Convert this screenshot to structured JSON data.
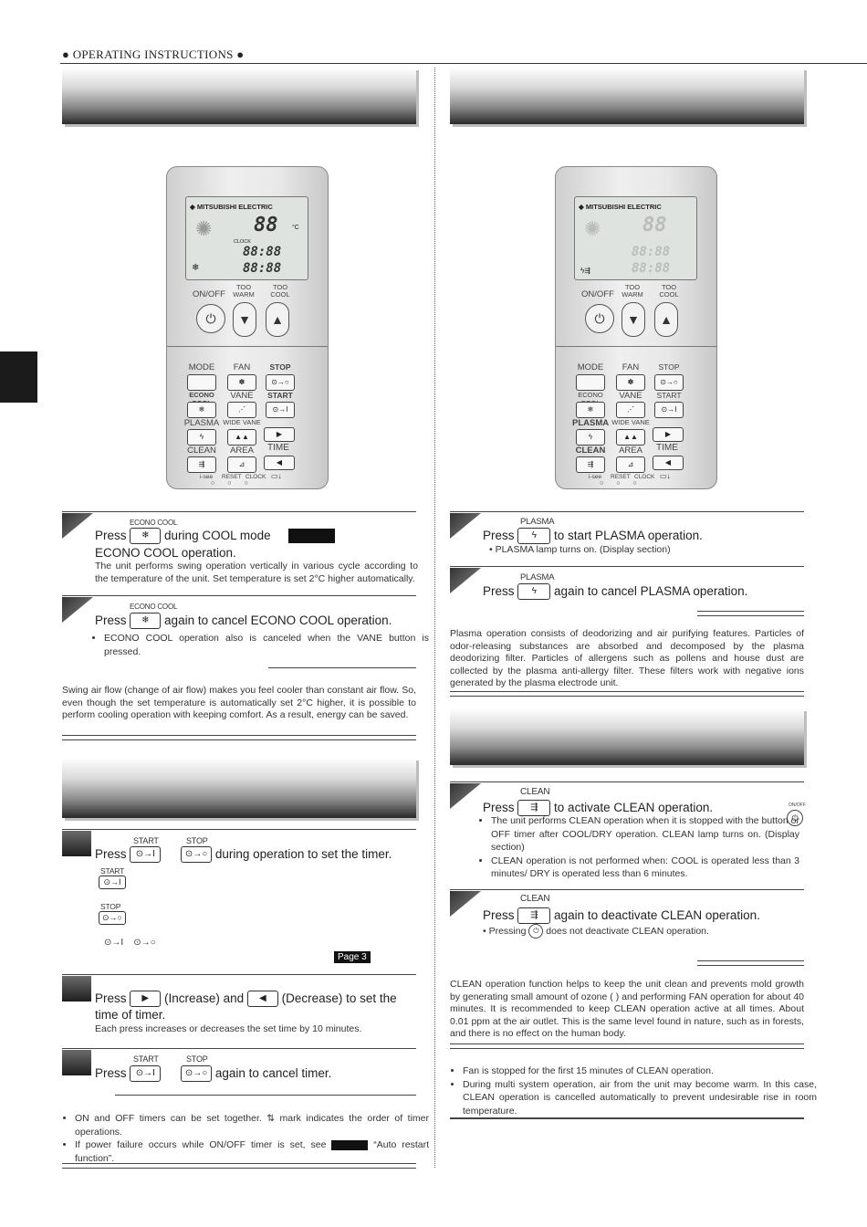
{
  "header": {
    "title": "● OPERATING INSTRUCTIONS ●"
  },
  "remote": {
    "brand": "MITSUBISHI ELECTRIC",
    "temp": "88",
    "temp_unit": "°C",
    "clock_label": "CLOCK",
    "time1": "88:88",
    "time2": "88:88",
    "onoff": "ON/OFF",
    "too_warm": "TOO WARM",
    "too_cool": "TOO COOL",
    "labels": {
      "mode": "MODE",
      "fan": "FAN",
      "stop": "STOP",
      "econo_cool": "ECONO COOL",
      "vane": "VANE",
      "start": "START",
      "plasma": "PLASMA",
      "wide_vane": "WIDE VANE",
      "clean": "CLEAN",
      "area": "AREA",
      "time": "TIME",
      "isee": "i-see",
      "reset": "RESET",
      "clock": "CLOCK"
    }
  },
  "econo": {
    "step1": {
      "label": "ECONO COOL",
      "press": "Press",
      "text": "during COOL mode",
      "line2": "ECONO COOL operation.",
      "note": "The unit performs swing operation vertically in various cycle according to the temperature of the unit. Set temperature is set 2°C higher automatically."
    },
    "step2": {
      "label": "ECONO COOL",
      "press": "Press",
      "text": "again to cancel ECONO COOL operation.",
      "bullet": "ECONO COOL operation also is canceled when the VANE button is pressed."
    },
    "desc": "Swing air flow (change of air flow) makes you feel cooler than constant air flow. So, even though the set temperature is automatically set 2°C higher, it is possible to perform cooling operation with keeping comfort. As a result, energy can be saved."
  },
  "timer": {
    "step1": {
      "start_label": "START",
      "stop_label": "STOP",
      "press": "Press",
      "text": "during operation to set the timer.",
      "page_ref": "Page 3"
    },
    "step2": {
      "press": "Press",
      "inc": "(Increase) and",
      "dec": "(Decrease) to set the",
      "line2": "time of timer.",
      "note": "Each press increases or decreases the set time by 10 minutes."
    },
    "step3": {
      "start_label": "START",
      "stop_label": "STOP",
      "press": "Press",
      "text": "again to cancel timer."
    },
    "notes": [
      "ON and OFF timers can be set together. ⇅ mark indicates the order of timer operations.",
      "If power failure occurs while ON/OFF timer is set, see",
      "“Auto restart function”."
    ]
  },
  "plasma": {
    "step1": {
      "label": "PLASMA",
      "press": "Press",
      "text": "to start PLASMA operation.",
      "note": "• PLASMA lamp turns on. (Display section)"
    },
    "step2": {
      "label": "PLASMA",
      "press": "Press",
      "text": "again to cancel PLASMA operation."
    },
    "desc": "Plasma operation consists of deodorizing and air purifying features. Particles of odor-releasing substances are absorbed and decomposed by the plasma deodorizing filter. Particles of allergens such as pollens and house dust are collected by the plasma anti-allergy filter. These filters work with negative ions generated by the plasma electrode unit."
  },
  "clean": {
    "step1": {
      "label": "CLEAN",
      "press": "Press",
      "text": "to activate CLEAN operation.",
      "onoff_label": "ON/OFF",
      "bullets": [
        "The unit performs CLEAN operation when it is stopped with the button or OFF timer after COOL/DRY operation. CLEAN lamp turns on. (Display section)",
        "CLEAN operation is not performed when: COOL is operated less than 3 minutes/ DRY is operated less than 6 minutes."
      ]
    },
    "step2": {
      "label": "CLEAN",
      "press": "Press",
      "text": "again to deactivate CLEAN operation.",
      "bullet_pre": "• Pressing",
      "bullet_post": "does not deactivate CLEAN operation."
    },
    "desc": "CLEAN operation function helps to keep the unit clean and prevents mold growth by generating small amount of ozone ( ) and performing FAN operation for about 40 minutes. It is recommended to keep CLEAN operation active at all times. About 0.01 ppm at the air outlet. This is the same level found in nature, such as in forests, and there is no effect on the human body.",
    "notes": [
      "Fan is stopped for the first 15 minutes of CLEAN operation.",
      "During multi system operation, air from the unit may become warm. In this case, CLEAN operation is cancelled automatically to prevent undesirable rise in room temperature."
    ]
  }
}
